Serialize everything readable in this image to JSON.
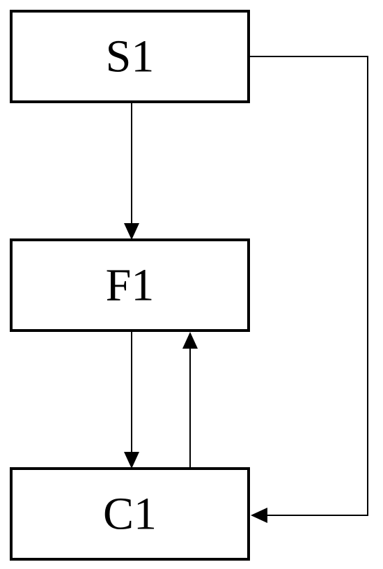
{
  "diagram": {
    "nodes": [
      {
        "id": "s1",
        "label": "S1"
      },
      {
        "id": "f1",
        "label": "F1"
      },
      {
        "id": "c1",
        "label": "C1"
      }
    ],
    "edges": [
      {
        "from": "S1",
        "to": "F1"
      },
      {
        "from": "F1",
        "to": "C1"
      },
      {
        "from": "C1",
        "to": "F1"
      },
      {
        "from": "S1",
        "to": "C1"
      }
    ],
    "colors": {
      "stroke": "#000000",
      "background": "#ffffff"
    }
  }
}
